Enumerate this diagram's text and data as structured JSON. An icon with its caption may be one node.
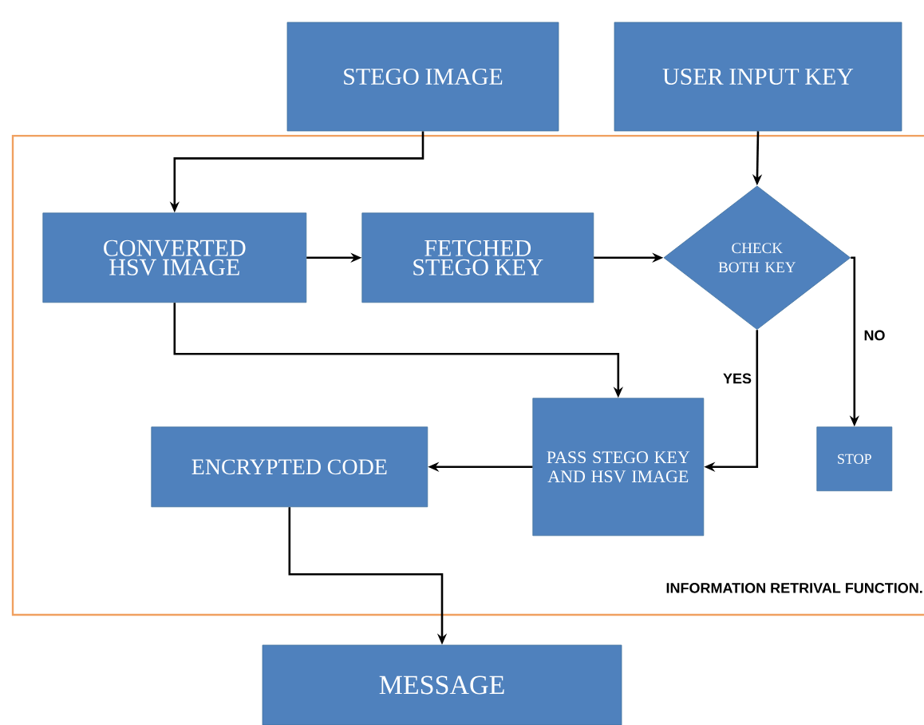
{
  "diagram": {
    "nodes": [
      {
        "text": [
          "STEGO IMAGE"
        ]
      },
      {
        "text": [
          "USER INPUT KEY"
        ]
      },
      {
        "text": [
          "INFORMATION RETRIVAL FUNCTION."
        ]
      },
      {
        "text": [
          "CONVERTED HSV IMAGE"
        ],
        "in": 2
      },
      {
        "text": [
          "FETCHED STEGO KEY"
        ],
        "in": 2
      },
      {
        "text": [
          "CHECK BOTH KEY"
        ],
        "in": 2
      },
      {
        "text": [
          "PASS STEGO KEY AND HSV IMAGE"
        ],
        "in": 2
      },
      {
        "text": [
          "STOP"
        ],
        "in": 2
      },
      {
        "text": [
          "ENCRYPTED CODE"
        ],
        "in": 2
      },
      {
        "text": [
          "MESSAGE"
        ]
      }
    ],
    "edges": [
      {
        "from": 0,
        "to": 3,
        "arrow": "to"
      },
      {
        "from": 1,
        "to": 5,
        "arrow": "to"
      },
      {
        "from": 3,
        "to": 4,
        "arrow": "to"
      },
      {
        "from": 4,
        "to": 5,
        "arrow": "to"
      },
      {
        "from": 3,
        "to": 6,
        "arrow": "to"
      },
      {
        "from": 5,
        "to": 6,
        "arrow": "to",
        "label": "YES"
      },
      {
        "from": 5,
        "to": 7,
        "arrow": "to",
        "label": "NO"
      },
      {
        "from": 6,
        "to": 8,
        "arrow": "to"
      },
      {
        "from": 8,
        "to": 9,
        "arrow": "to"
      }
    ]
  }
}
